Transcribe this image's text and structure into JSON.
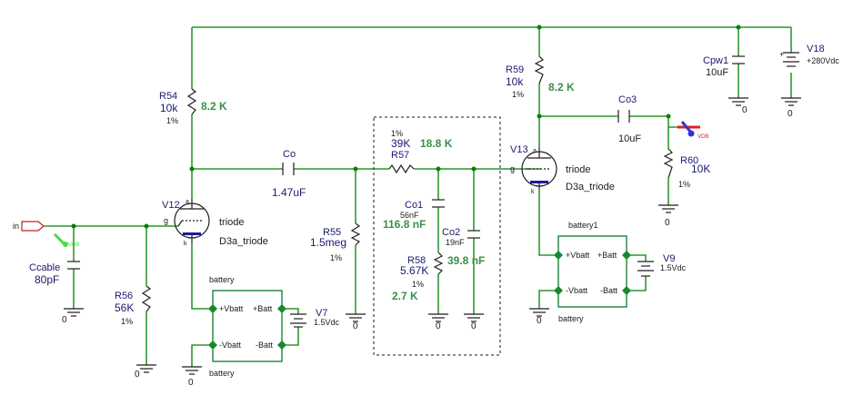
{
  "input": {
    "label": "in",
    "probe": "VDB"
  },
  "probe_out": "VDB",
  "components": {
    "R54": {
      "ref": "R54",
      "value": "10k",
      "tol": "1%",
      "note": "8.2 K"
    },
    "R56": {
      "ref": "R56",
      "value": "56K",
      "tol": "1%"
    },
    "Ccable": {
      "ref": "Ccable",
      "value": "80pF"
    },
    "Co": {
      "ref": "Co",
      "value": "1.47uF"
    },
    "R55": {
      "ref": "R55",
      "value": "1.5meg",
      "tol": "1%"
    },
    "R57": {
      "ref": "R57",
      "value": "39K",
      "tol": "1%",
      "note": "18.8 K"
    },
    "Co1": {
      "ref": "Co1",
      "value": "56nF",
      "note": "116.8 nF"
    },
    "Co2": {
      "ref": "Co2",
      "value": "19nF",
      "note": "39.8 nF"
    },
    "R58": {
      "ref": "R58",
      "value": "5.67K",
      "tol": "1%",
      "note": "2.7 K"
    },
    "R59": {
      "ref": "R59",
      "value": "10k",
      "tol": "1%",
      "note": "8.2 K"
    },
    "Co3": {
      "ref": "Co3",
      "value": "10uF"
    },
    "R60": {
      "ref": "R60",
      "value": "10K",
      "tol": "1%"
    },
    "Cpw1": {
      "ref": "Cpw1",
      "value": "10uF"
    },
    "V18": {
      "ref": "V18",
      "value": "+280Vdc"
    },
    "V7": {
      "ref": "V7",
      "value": "1.5Vdc"
    },
    "V9": {
      "ref": "V9",
      "value": "1.5Vdc"
    }
  },
  "tubes": {
    "V12": {
      "ref": "V12",
      "type": "triode",
      "model": "D3a_triode"
    },
    "V13": {
      "ref": "V13",
      "type": "triode",
      "model": "D3a_triode"
    }
  },
  "tube_pins": {
    "grid": "g",
    "plate": "a",
    "cathode": "k"
  },
  "batteries": {
    "left": {
      "name": "battery",
      "pin_vp": "+Vbatt",
      "pin_bp": "+Batt",
      "pin_vn": "-Vbatt",
      "pin_bn": "-Batt"
    },
    "right": {
      "name": "battery",
      "title": "battery1",
      "pin_vp": "+Vbatt",
      "pin_bp": "+Batt",
      "pin_vn": "-Vbatt",
      "pin_bn": "-Batt"
    }
  },
  "ground": "0",
  "colors": {
    "wire": "#008000",
    "annotation": "#3a8f4a",
    "refdes": "#1a1a6e",
    "probe_green": "#44dd44",
    "probe_red": "#dd2222"
  }
}
